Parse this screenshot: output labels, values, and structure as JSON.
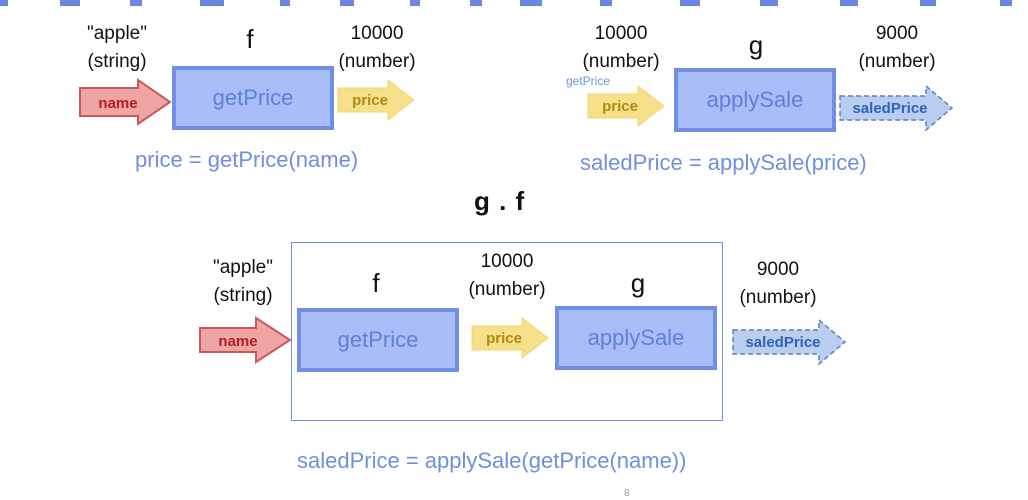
{
  "top_left": {
    "input_value": "\"apple\"",
    "input_type": "(string)",
    "function_letter": "f",
    "function_name": "getPrice",
    "input_arrow_label": "name",
    "output_value": "10000",
    "output_type": "(number)",
    "output_arrow_label": "price",
    "formula": "price = getPrice(name)"
  },
  "top_right": {
    "input_value": "10000",
    "input_type": "(number)",
    "small_note": "getPrice",
    "function_letter": "g",
    "function_name": "applySale",
    "input_arrow_label": "price",
    "output_value": "9000",
    "output_type": "(number)",
    "output_arrow_label": "saledPrice",
    "formula": "saledPrice = applySale(price)"
  },
  "composition": {
    "title": "g . f",
    "input_value": "\"apple\"",
    "input_type": "(string)",
    "input_arrow_label": "name",
    "f_letter": "f",
    "f_name": "getPrice",
    "mid_value": "10000",
    "mid_type": "(number)",
    "mid_arrow_label": "price",
    "g_letter": "g",
    "g_name": "applySale",
    "output_value": "9000",
    "output_type": "(number)",
    "output_arrow_label": "saledPrice",
    "formula": "saledPrice = applySale(getPrice(name))"
  },
  "page_number": "8",
  "colors": {
    "box_fill": "#a9bdf8",
    "box_border": "#6f8ee4",
    "box_text": "#5f7fdc",
    "input_arrow_fill": "#f0a5a5",
    "input_arrow_stroke": "#c8585c",
    "input_arrow_text": "#b0202a",
    "mid_arrow_fill": "#f6e08a",
    "mid_arrow_text": "#b08a10",
    "output_arrow_fill": "#b9cdee",
    "output_arrow_stroke": "#5c7fc4",
    "output_arrow_text": "#2e63b8"
  }
}
